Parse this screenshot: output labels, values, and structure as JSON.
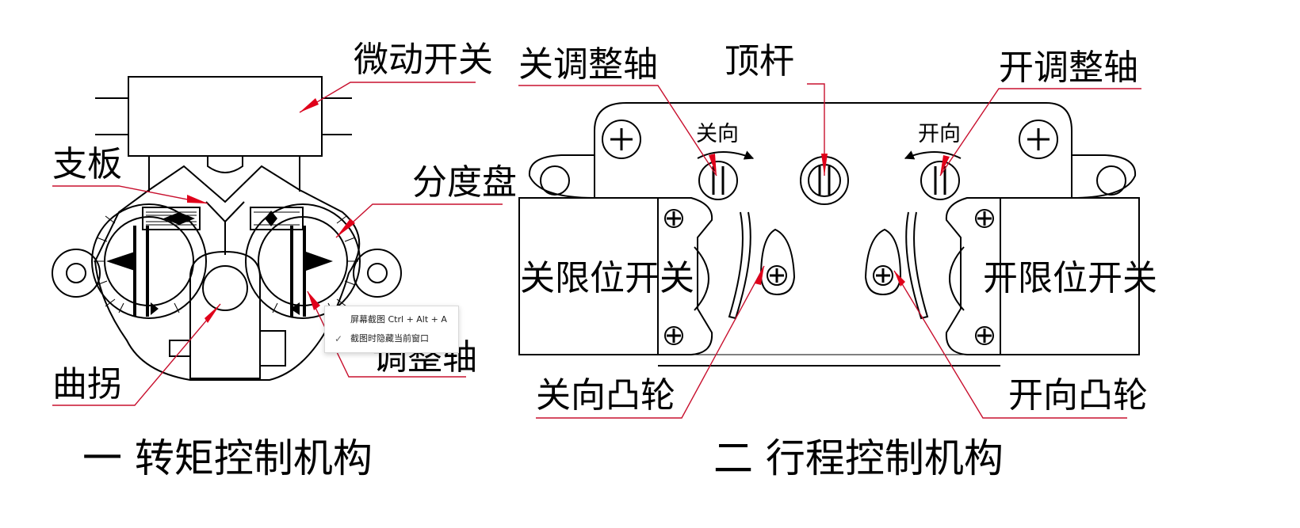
{
  "labels": {
    "micro_switch": "微动开关",
    "support_plate": "支板",
    "dial": "分度盘",
    "crank": "曲拐",
    "adjust_shaft": "调整轴",
    "close_adjust_shaft": "关调整轴",
    "push_rod": "顶杆",
    "open_adjust_shaft": "开调整轴",
    "close_dir": "关向",
    "open_dir": "开向",
    "close_limit_switch": "关限位开关",
    "open_limit_switch": "开限位开关",
    "close_cam": "关向凸轮",
    "open_cam": "开向凸轮"
  },
  "titles": {
    "torque": "一  转矩控制机构",
    "travel": "二  行程控制机构"
  },
  "context_menu": {
    "item1": "屏幕截图 Ctrl + Alt + A",
    "item2": "截图时隐藏当前窗口"
  },
  "colors": {
    "line": "#000000",
    "leader": "#e0001a"
  }
}
